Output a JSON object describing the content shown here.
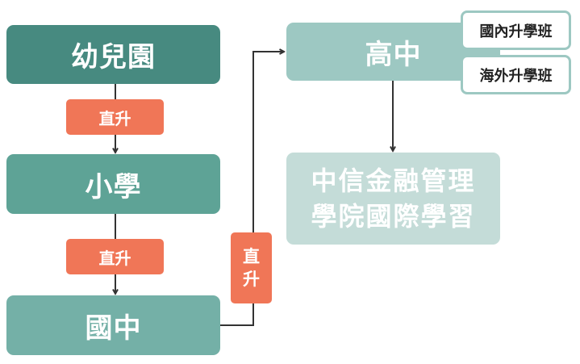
{
  "nodes": {
    "kindergarten": "幼兒園",
    "elementary": "小學",
    "junior_high": "國中",
    "senior_high": "高中",
    "university_line1": "中信金融管理",
    "university_line2": "學院國際學習"
  },
  "badges": {
    "promote_1": "直升",
    "promote_2": "直升",
    "promote_3_char1": "直",
    "promote_3_char2": "升"
  },
  "tags": {
    "domestic": "國內升學班",
    "overseas": "海外升學班"
  },
  "colors": {
    "kindergarten": "#478a80",
    "elementary": "#5ea396",
    "junior_high": "#74b0a7",
    "senior_high": "#9dc8c2",
    "university": "#c4dcd8",
    "badge": "#f07657",
    "arrow": "#333333"
  }
}
